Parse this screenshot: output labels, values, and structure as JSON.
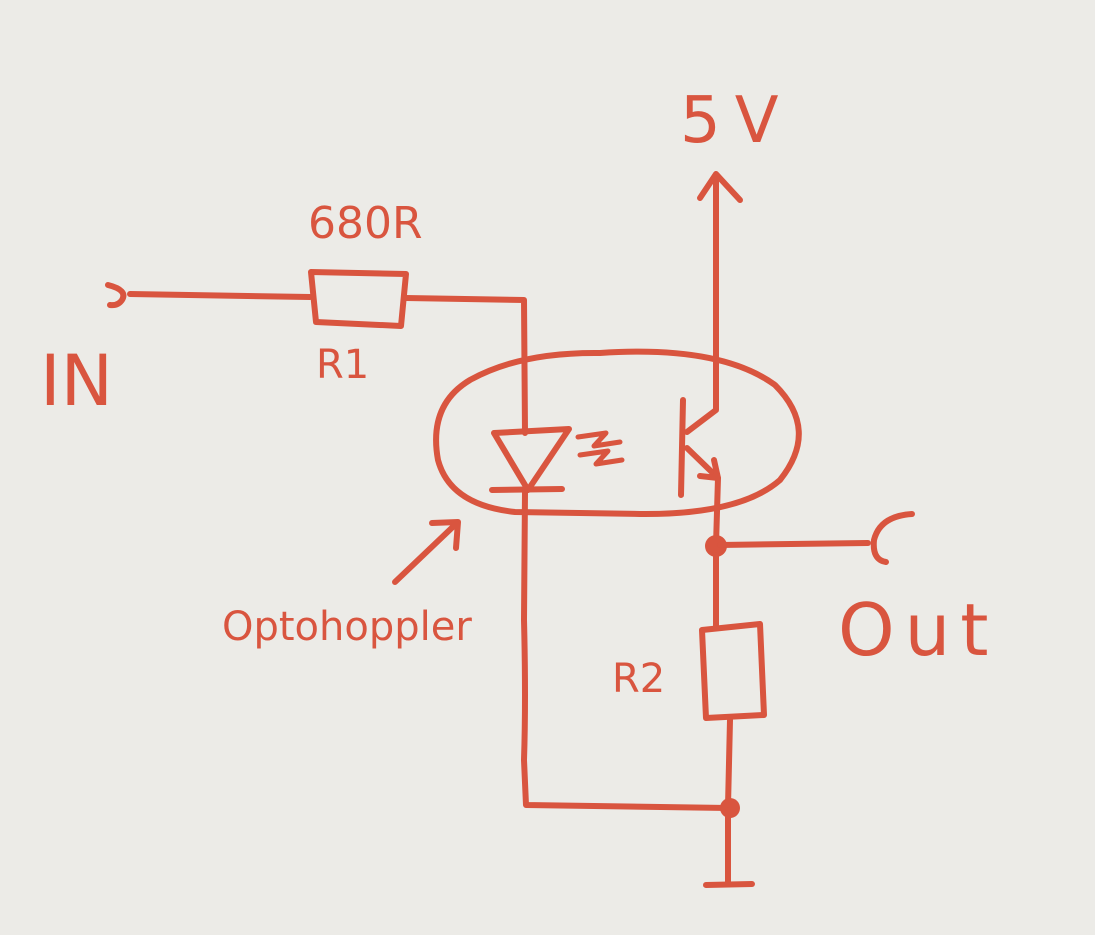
{
  "colors": {
    "ink": "#d9553f",
    "paper": "#ecebe7"
  },
  "labels": {
    "input": "IN",
    "r1_value": "680R",
    "r1_name": "R1",
    "supply": "5V",
    "output": "Out",
    "r2_name": "R2",
    "optocoupler": "Optohoppler"
  }
}
